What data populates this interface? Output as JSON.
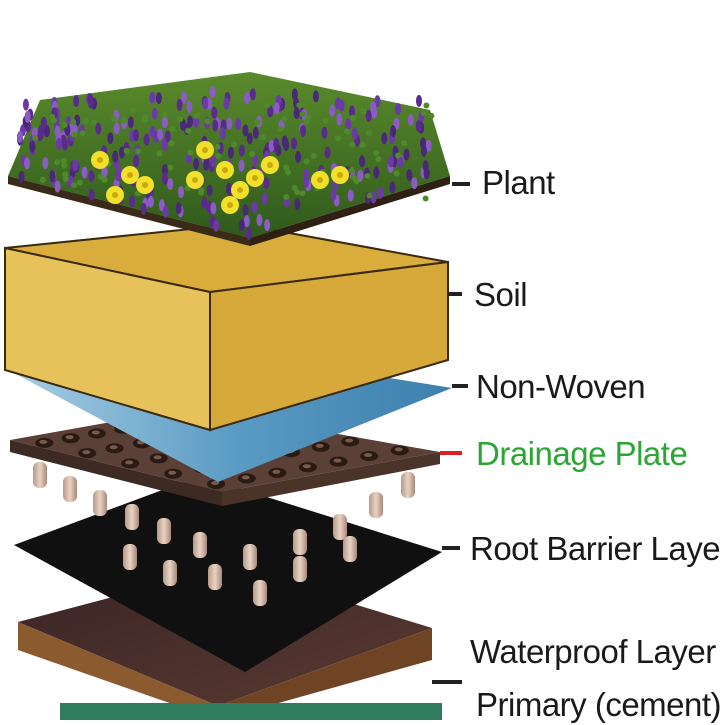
{
  "labels": {
    "plant": "Plant",
    "soil": "Soil",
    "non_woven": "Non-Woven",
    "drainage_plate": "Drainage Plate",
    "root_barrier": "Root Barrier Layer",
    "waterproof_line1": "Waterproof Layer",
    "waterproof_line2": "Primary (cement)"
  },
  "colors": {
    "label_text": "#1a1a1a",
    "drainage_label": "#2aa632",
    "drainage_leader": "#e02020",
    "soil_top": "#d9ad3c",
    "soil_front": "#e7c25a",
    "soil_side": "#c99a2e",
    "non_woven": "#5f9ec4",
    "drainage_plate": "#5a4036",
    "root_barrier": "#111111",
    "waterproof": "#4b3030",
    "bottom_bar": "#2f7d5e"
  }
}
